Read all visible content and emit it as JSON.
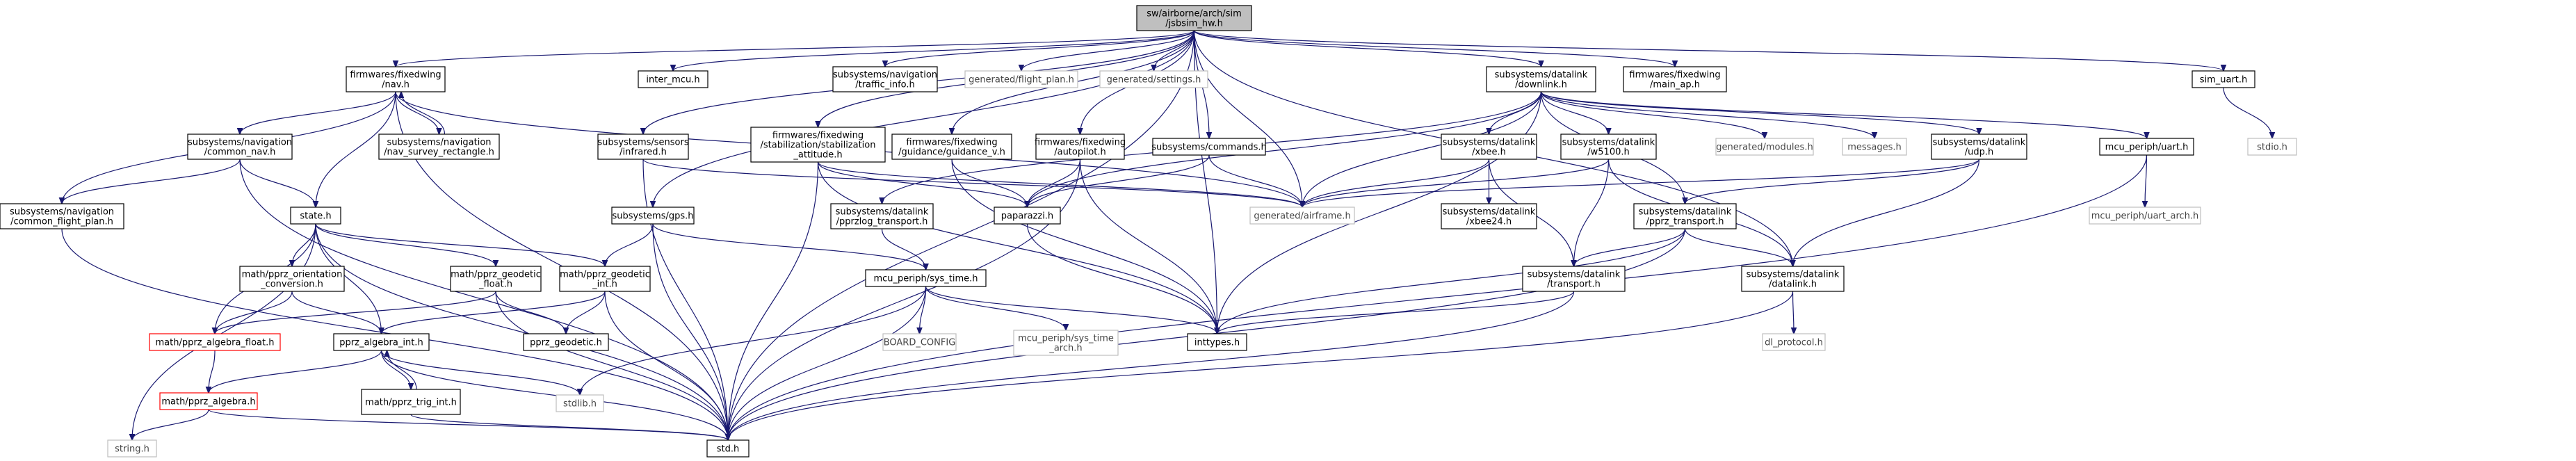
{
  "graph": {
    "colors": {
      "edge": "#191970",
      "root_fill": "#bfbfbf",
      "missing_border": "#bfbfbf",
      "error_border": "#ff0000",
      "border": "#000000"
    },
    "nodes": {
      "root": {
        "label": [
          "sw/airborne/arch/sim",
          "/jsbsim_hw.h"
        ],
        "kind": "root"
      },
      "fw_nav": {
        "label": [
          "firmwares/fixedwing",
          "/nav.h"
        ],
        "kind": "normal"
      },
      "inter_mcu": {
        "label": [
          "inter_mcu.h"
        ],
        "kind": "normal"
      },
      "traffic_info": {
        "label": [
          "subsystems/navigation",
          "/traffic_info.h"
        ],
        "kind": "normal"
      },
      "flight_plan": {
        "label": [
          "generated/flight_plan.h"
        ],
        "kind": "missing"
      },
      "settings": {
        "label": [
          "generated/settings.h"
        ],
        "kind": "missing"
      },
      "downlink": {
        "label": [
          "subsystems/datalink",
          "/downlink.h"
        ],
        "kind": "normal"
      },
      "main_ap": {
        "label": [
          "firmwares/fixedwing",
          "/main_ap.h"
        ],
        "kind": "normal"
      },
      "sim_uart": {
        "label": [
          "sim_uart.h"
        ],
        "kind": "normal"
      },
      "common_nav": {
        "label": [
          "subsystems/navigation",
          "/common_nav.h"
        ],
        "kind": "normal"
      },
      "nav_survey": {
        "label": [
          "subsystems/navigation",
          "/nav_survey_rectangle.h"
        ],
        "kind": "normal"
      },
      "infrared": {
        "label": [
          "subsystems/sensors",
          "/infrared.h"
        ],
        "kind": "normal"
      },
      "stab_attitude": {
        "label": [
          "firmwares/fixedwing",
          "/stabilization/stabilization",
          "_attitude.h"
        ],
        "kind": "normal"
      },
      "guidance_v": {
        "label": [
          "firmwares/fixedwing",
          "/guidance/guidance_v.h"
        ],
        "kind": "normal"
      },
      "autopilot": {
        "label": [
          "firmwares/fixedwing",
          "/autopilot.h"
        ],
        "kind": "normal"
      },
      "commands": {
        "label": [
          "subsystems/commands.h"
        ],
        "kind": "normal"
      },
      "xbee": {
        "label": [
          "subsystems/datalink",
          "/xbee.h"
        ],
        "kind": "normal"
      },
      "w5100": {
        "label": [
          "subsystems/datalink",
          "/w5100.h"
        ],
        "kind": "normal"
      },
      "gen_modules": {
        "label": [
          "generated/modules.h"
        ],
        "kind": "missing"
      },
      "messages": {
        "label": [
          "messages.h"
        ],
        "kind": "missing"
      },
      "udp": {
        "label": [
          "subsystems/datalink",
          "/udp.h"
        ],
        "kind": "normal"
      },
      "mcu_uart": {
        "label": [
          "mcu_periph/uart.h"
        ],
        "kind": "normal"
      },
      "stdio": {
        "label": [
          "stdio.h"
        ],
        "kind": "missing"
      },
      "common_flight_plan": {
        "label": [
          "subsystems/navigation",
          "/common_flight_plan.h"
        ],
        "kind": "normal"
      },
      "state": {
        "label": [
          "state.h"
        ],
        "kind": "normal"
      },
      "gps": {
        "label": [
          "subsystems/gps.h"
        ],
        "kind": "normal"
      },
      "pprzlog": {
        "label": [
          "subsystems/datalink",
          "/pprzlog_transport.h"
        ],
        "kind": "normal"
      },
      "paparazzi": {
        "label": [
          "paparazzi.h"
        ],
        "kind": "normal"
      },
      "gen_airframe": {
        "label": [
          "generated/airframe.h"
        ],
        "kind": "missing"
      },
      "xbee24": {
        "label": [
          "subsystems/datalink",
          "/xbee24.h"
        ],
        "kind": "normal"
      },
      "pprz_transport": {
        "label": [
          "subsystems/datalink",
          "/pprz_transport.h"
        ],
        "kind": "normal"
      },
      "uart_arch": {
        "label": [
          "mcu_periph/uart_arch.h"
        ],
        "kind": "missing"
      },
      "orientation_conv": {
        "label": [
          "math/pprz_orientation",
          "_conversion.h"
        ],
        "kind": "normal"
      },
      "geodetic_float": {
        "label": [
          "math/pprz_geodetic",
          "_float.h"
        ],
        "kind": "normal"
      },
      "geodetic_int": {
        "label": [
          "math/pprz_geodetic",
          "_int.h"
        ],
        "kind": "normal"
      },
      "sys_time": {
        "label": [
          "mcu_periph/sys_time.h"
        ],
        "kind": "normal"
      },
      "transport": {
        "label": [
          "subsystems/datalink",
          "/transport.h"
        ],
        "kind": "normal"
      },
      "datalink": {
        "label": [
          "subsystems/datalink",
          "/datalink.h"
        ],
        "kind": "normal"
      },
      "algebra_float": {
        "label": [
          "math/pprz_algebra_float.h"
        ],
        "kind": "red"
      },
      "algebra_int": {
        "label": [
          "pprz_algebra_int.h"
        ],
        "kind": "normal"
      },
      "pprz_geodetic": {
        "label": [
          "pprz_geodetic.h"
        ],
        "kind": "normal"
      },
      "board_config": {
        "label": [
          "BOARD_CONFIG"
        ],
        "kind": "missing"
      },
      "sys_time_arch": {
        "label": [
          "mcu_periph/sys_time",
          "_arch.h"
        ],
        "kind": "missing"
      },
      "inttypes": {
        "label": [
          "inttypes.h"
        ],
        "kind": "normal"
      },
      "dl_protocol": {
        "label": [
          "dl_protocol.h"
        ],
        "kind": "missing"
      },
      "pprz_algebra": {
        "label": [
          "math/pprz_algebra.h"
        ],
        "kind": "red"
      },
      "trig_int": {
        "label": [
          "math/pprz_trig_int.h"
        ],
        "kind": "normal"
      },
      "stdlib": {
        "label": [
          "stdlib.h"
        ],
        "kind": "missing"
      },
      "string_h": {
        "label": [
          "string.h"
        ],
        "kind": "missing"
      },
      "std_h": {
        "label": [
          "std.h"
        ],
        "kind": "normal"
      }
    },
    "edges": [
      [
        "root",
        "fw_nav"
      ],
      [
        "root",
        "inter_mcu"
      ],
      [
        "root",
        "traffic_info"
      ],
      [
        "root",
        "flight_plan"
      ],
      [
        "root",
        "settings"
      ],
      [
        "root",
        "downlink"
      ],
      [
        "root",
        "main_ap"
      ],
      [
        "root",
        "sim_uart"
      ],
      [
        "root",
        "infrared"
      ],
      [
        "root",
        "stab_attitude"
      ],
      [
        "root",
        "guidance_v"
      ],
      [
        "root",
        "autopilot"
      ],
      [
        "root",
        "commands"
      ],
      [
        "root",
        "gps"
      ],
      [
        "root",
        "gen_airframe"
      ],
      [
        "root",
        "inttypes"
      ],
      [
        "root",
        "datalink"
      ],
      [
        "root",
        "std_h"
      ],
      [
        "fw_nav",
        "common_nav"
      ],
      [
        "fw_nav",
        "nav_survey"
      ],
      [
        "fw_nav",
        "common_flight_plan"
      ],
      [
        "fw_nav",
        "state"
      ],
      [
        "fw_nav",
        "gen_airframe"
      ],
      [
        "fw_nav",
        "std_h"
      ],
      [
        "nav_survey",
        "fw_nav"
      ],
      [
        "common_nav",
        "common_flight_plan"
      ],
      [
        "common_nav",
        "state"
      ],
      [
        "common_nav",
        "std_h"
      ],
      [
        "common_flight_plan",
        "std_h"
      ],
      [
        "infrared",
        "gen_airframe"
      ],
      [
        "infrared",
        "std_h"
      ],
      [
        "stab_attitude",
        "paparazzi"
      ],
      [
        "stab_attitude",
        "gen_airframe"
      ],
      [
        "stab_attitude",
        "std_h"
      ],
      [
        "stab_attitude",
        "inttypes"
      ],
      [
        "guidance_v",
        "paparazzi"
      ],
      [
        "guidance_v",
        "inttypes"
      ],
      [
        "autopilot",
        "paparazzi"
      ],
      [
        "autopilot",
        "inttypes"
      ],
      [
        "autopilot",
        "std_h"
      ],
      [
        "commands",
        "paparazzi"
      ],
      [
        "commands",
        "gen_airframe"
      ],
      [
        "downlink",
        "pprzlog"
      ],
      [
        "downlink",
        "xbee"
      ],
      [
        "downlink",
        "w5100"
      ],
      [
        "downlink",
        "gen_modules"
      ],
      [
        "downlink",
        "messages"
      ],
      [
        "downlink",
        "udp"
      ],
      [
        "downlink",
        "mcu_uart"
      ],
      [
        "downlink",
        "pprz_transport"
      ],
      [
        "downlink",
        "gen_airframe"
      ],
      [
        "downlink",
        "inttypes"
      ],
      [
        "downlink",
        "paparazzi"
      ],
      [
        "xbee",
        "xbee24"
      ],
      [
        "xbee",
        "transport"
      ],
      [
        "xbee",
        "gen_airframe"
      ],
      [
        "w5100",
        "transport"
      ],
      [
        "w5100",
        "datalink"
      ],
      [
        "w5100",
        "gen_airframe"
      ],
      [
        "udp",
        "pprz_transport"
      ],
      [
        "udp",
        "datalink"
      ],
      [
        "udp",
        "gen_airframe"
      ],
      [
        "mcu_uart",
        "uart_arch"
      ],
      [
        "mcu_uart",
        "std_h"
      ],
      [
        "sim_uart",
        "stdio"
      ],
      [
        "pprzlog",
        "sys_time"
      ],
      [
        "paparazzi",
        "inttypes"
      ],
      [
        "pprz_transport",
        "transport"
      ],
      [
        "pprz_transport",
        "datalink"
      ],
      [
        "pprz_transport",
        "inttypes"
      ],
      [
        "pprz_transport",
        "std_h"
      ],
      [
        "transport",
        "inttypes"
      ],
      [
        "transport",
        "std_h"
      ],
      [
        "datalink",
        "dl_protocol"
      ],
      [
        "datalink",
        "std_h"
      ],
      [
        "gps",
        "geodetic_int"
      ],
      [
        "gps",
        "sys_time"
      ],
      [
        "gps",
        "std_h"
      ],
      [
        "state",
        "orientation_conv"
      ],
      [
        "state",
        "geodetic_float"
      ],
      [
        "state",
        "geodetic_int"
      ],
      [
        "state",
        "algebra_float"
      ],
      [
        "state",
        "algebra_int"
      ],
      [
        "state",
        "std_h"
      ],
      [
        "state",
        "string_h"
      ],
      [
        "orientation_conv",
        "algebra_float"
      ],
      [
        "orientation_conv",
        "algebra_int"
      ],
      [
        "geodetic_float",
        "pprz_geodetic"
      ],
      [
        "geodetic_float",
        "algebra_float"
      ],
      [
        "geodetic_float",
        "std_h"
      ],
      [
        "geodetic_int",
        "pprz_geodetic"
      ],
      [
        "geodetic_int",
        "algebra_int"
      ],
      [
        "geodetic_int",
        "std_h"
      ],
      [
        "algebra_float",
        "pprz_algebra"
      ],
      [
        "algebra_int",
        "pprz_algebra"
      ],
      [
        "algebra_int",
        "trig_int"
      ],
      [
        "algebra_int",
        "stdlib"
      ],
      [
        "algebra_int",
        "std_h"
      ],
      [
        "trig_int",
        "algebra_int"
      ],
      [
        "trig_int",
        "std_h"
      ],
      [
        "pprz_algebra",
        "string_h"
      ],
      [
        "pprz_algebra",
        "std_h"
      ],
      [
        "sys_time",
        "board_config"
      ],
      [
        "sys_time",
        "sys_time_arch"
      ],
      [
        "sys_time",
        "inttypes"
      ],
      [
        "sys_time",
        "stdlib"
      ],
      [
        "sys_time",
        "std_h"
      ]
    ]
  }
}
